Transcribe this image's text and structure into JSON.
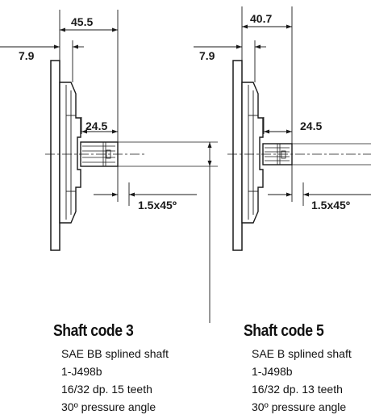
{
  "shafts": [
    {
      "dims": {
        "overall": "45.5",
        "flange": "7.9",
        "spline": "24.5",
        "chamfer": "1.5x45º"
      },
      "code": "Shaft code 3",
      "lines": [
        "SAE BB splined shaft",
        "1-J498b",
        "16/32 dp. 15 teeth",
        "30º pressure angle"
      ]
    },
    {
      "dims": {
        "overall": "40.7",
        "flange": "7.9",
        "spline": "24.5",
        "chamfer": "1.5x45º"
      },
      "code": "Shaft code 5",
      "lines": [
        "SAE B splined shaft",
        "1-J498b",
        "16/32 dp. 13 teeth",
        "30º pressure angle"
      ]
    }
  ]
}
